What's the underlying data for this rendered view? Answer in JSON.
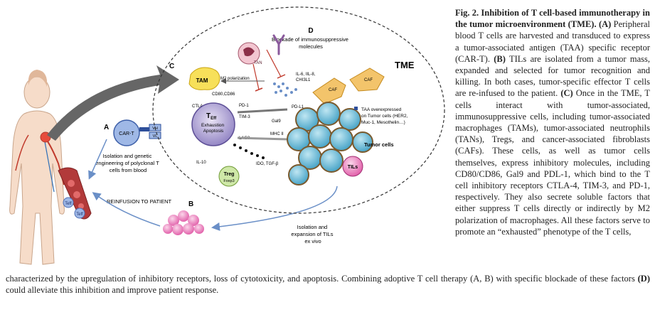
{
  "figure": {
    "labels": {
      "a": "A",
      "b": "B",
      "c": "C",
      "d": "D",
      "tme": "TME",
      "car_t": "CAR-T",
      "vh": "VH",
      "vl": "VL",
      "isolation_genetic": [
        "Isolation and genetic",
        "engineering of polyclonal T",
        "cells from blood"
      ],
      "reinfusion": "REINFUSION TO PATIENT",
      "isolation_tils": [
        "Isolation and",
        "expansion of TILs",
        "ex vivo"
      ],
      "tam": "TAM",
      "tan": "TAN",
      "caf": "CAF",
      "treg": "Treg",
      "foxp3": "Foxp3",
      "teff": "Teff",
      "teff_main": "T",
      "teff_sub": "Eff",
      "exhaustion": [
        "Exhaustion",
        "Apoptosis"
      ],
      "tils": "TILs",
      "tumor_cells": "Tumor cells",
      "blockade": [
        "Blockade of immunosuppressive",
        "molecules"
      ],
      "m2": "M2 polarization",
      "cytokines": [
        "IL-6, IIL-8,",
        "CHI3L1"
      ],
      "cd80": "CD80,CD86",
      "ctla4": "CTLA-4",
      "pd1": "PD-1",
      "pdl1": "PD-L1",
      "tim3": "TIM-3",
      "gal9": "Gal9",
      "lag3": "LAG3",
      "mhc": "MHC II",
      "il10": "IL-10",
      "ido": "IDO, TGF-β",
      "taa": [
        "TAA overexpressed",
        "on Tumor cells (HER2,",
        "Muc-1, Mesothelin…)"
      ]
    }
  },
  "caption": {
    "fig_label": "Fig. 2. Inhibition of T cell-based immunotherapy in the tumor microenvironment (TME).",
    "part_a_label": "(A)",
    "part_a_text": " Peripheral blood T cells are harvested and transduced to express a tumor-associated antigen (TAA) specific receptor (CAR-T). ",
    "part_b_label": "(B)",
    "part_b_text": " TILs are isolated from a tumor mass, expanded and selected for tumor recognition and killing. In both cases, tumor-specific effector T cells are re-infused to the patient. ",
    "part_c_label": "(C)",
    "part_c_text": " Once in the TME, T cells interact with tumor-associated, immunosuppressive cells, including tumor-associated macrophages (TAMs), tumor-associated neutrophils (TANs), Tregs, and cancer-associated fibroblasts (CAFs). These cells, as well as tumor cells themselves, express inhibitory molecules, including CD80/CD86, Gal9 and PDL-1, which bind to the T cell inhibitory receptors CTLA-4, TIM-3, and PD-1, respectively. They also secrete soluble factors that either suppress T cells directly or indirectly by M2 polarization of macrophages. All these factors serve to promote an “exhausted” phenotype of the T cells,",
    "tail_a": "characterized by the upregulation of inhibitory receptors, loss of cytotoxicity, and apoptosis. Combining adoptive T cell therapy (A, B) with specific blockade of these factors ",
    "tail_d_label": "(D)",
    "tail_b": " could alleviate this inhibition and improve patient response."
  }
}
